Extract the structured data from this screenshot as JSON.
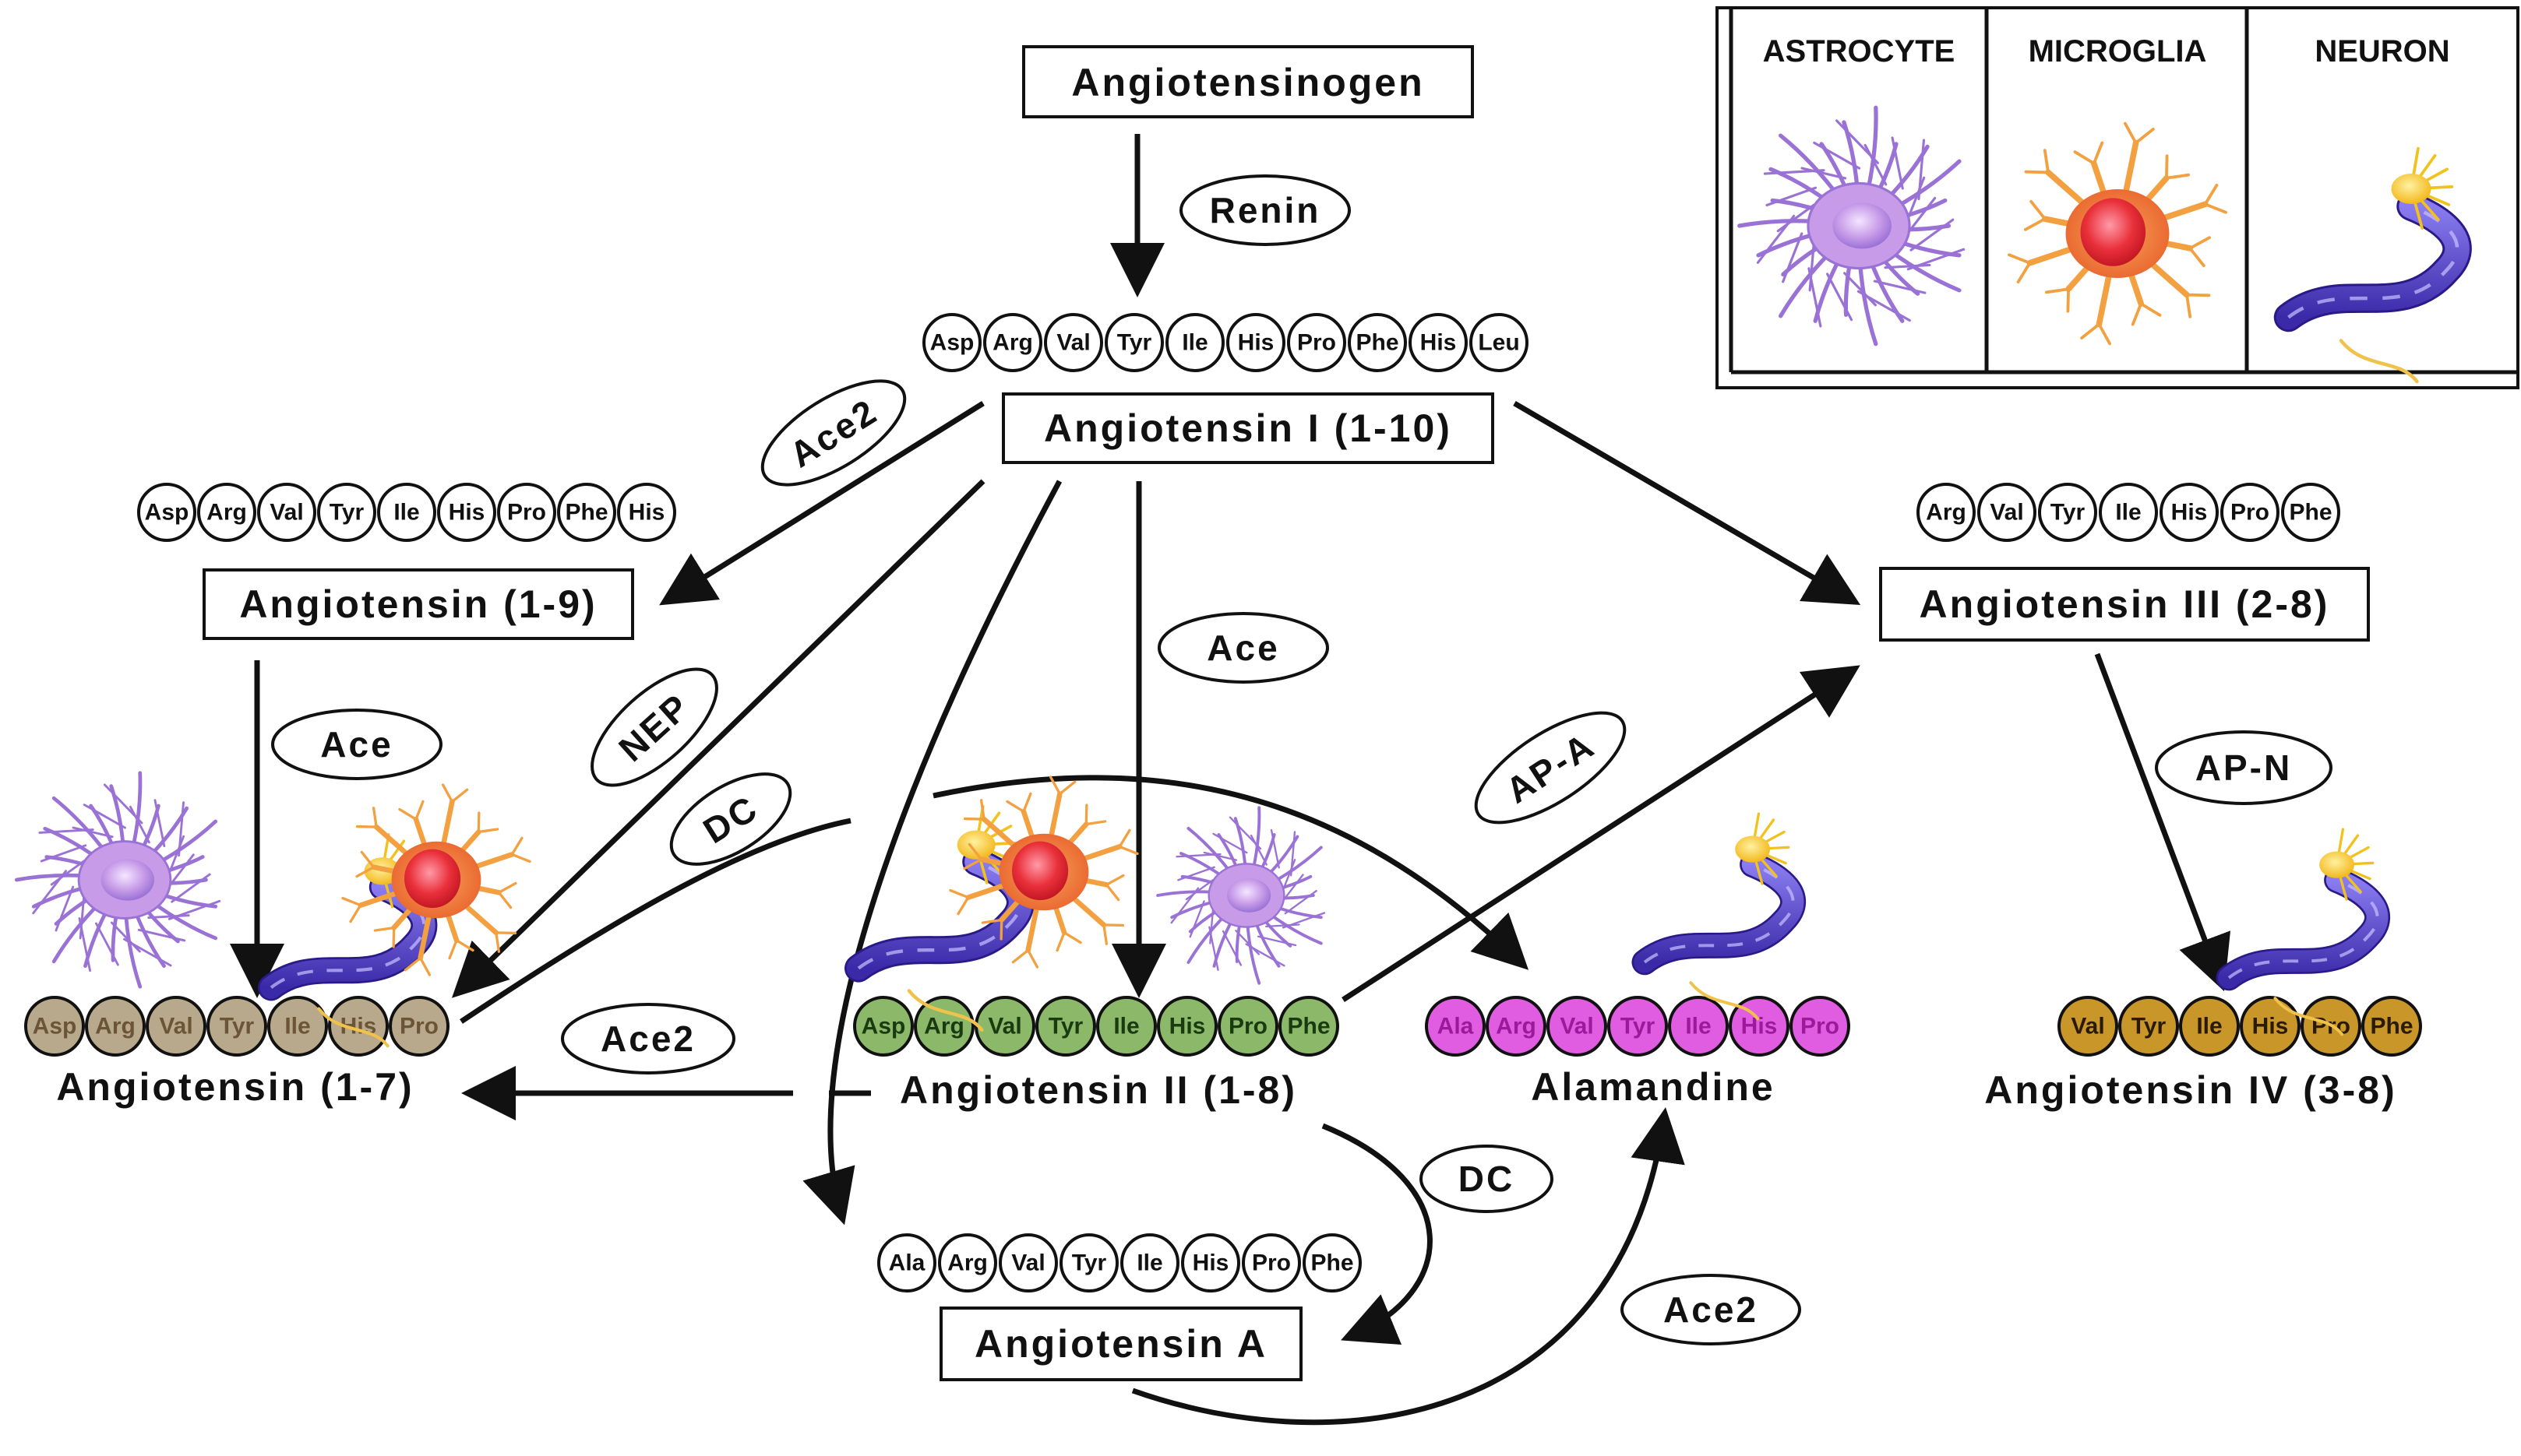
{
  "nodes": {
    "angiotensinogen": "Angiotensinogen",
    "ang1": "Angiotensin I (1-10)",
    "ang19": "Angiotensin (1-9)",
    "ang3": "Angiotensin III (2-8)",
    "ang17": "Angiotensin (1-7)",
    "ang2": "Angiotensin II (1-8)",
    "alamandine": "Alamandine",
    "ang4": "Angiotensin IV (3-8)",
    "angA": "Angiotensin A"
  },
  "enzymes": {
    "renin": "Renin",
    "ace2_a": "Ace2",
    "ace_a": "Ace",
    "nep": "NEP",
    "dc_a": "DC",
    "ace_b": "Ace",
    "apa": "AP-A",
    "apn": "AP-N",
    "ace2_b": "Ace2",
    "dc_b": "DC",
    "ace2_c": "Ace2"
  },
  "chains": {
    "ang1": [
      "Asp",
      "Arg",
      "Val",
      "Tyr",
      "Ile",
      "His",
      "Pro",
      "Phe",
      "His",
      "Leu"
    ],
    "ang19": [
      "Asp",
      "Arg",
      "Val",
      "Tyr",
      "Ile",
      "His",
      "Pro",
      "Phe",
      "His"
    ],
    "ang3": [
      "Arg",
      "Val",
      "Tyr",
      "Ile",
      "His",
      "Pro",
      "Phe"
    ],
    "ang17": [
      "Asp",
      "Arg",
      "Val",
      "Tyr",
      "Ile",
      "His",
      "Pro"
    ],
    "ang2": [
      "Asp",
      "Arg",
      "Val",
      "Tyr",
      "Ile",
      "His",
      "Pro",
      "Phe"
    ],
    "alamandine": [
      "Ala",
      "Arg",
      "Val",
      "Tyr",
      "Ile",
      "His",
      "Pro"
    ],
    "ang4": [
      "Val",
      "Tyr",
      "Ile",
      "His",
      "Pro",
      "Phe"
    ],
    "angA": [
      "Ala",
      "Arg",
      "Val",
      "Tyr",
      "Ile",
      "His",
      "Pro",
      "Phe"
    ]
  },
  "legend": {
    "astrocyte": "ASTROCYTE",
    "microglia": "MICROGLIA",
    "neuron": "NEURON"
  },
  "colors": {
    "line": "#111111",
    "bead_plain": "#ffffff",
    "bead_ang17": "#b8a98c",
    "bead_ang17_text": "#6b5536",
    "bead_ang2": "#8cb86a",
    "bead_alamandine": "#e05ce0",
    "bead_alamandine_text": "#9a1a9a",
    "bead_ang4": "#c9962a",
    "astrocyte": "#c79be8",
    "astrocyte_process": "#9a72d6",
    "microglia": "#f0702e",
    "microglia_process": "#f2a040",
    "neuron_axon": "#5a46d8",
    "neuron_soma": "#f2c21c"
  },
  "icons": {
    "astrocyte": "astrocyte-icon",
    "microglia": "microglia-icon",
    "neuron": "neuron-icon"
  }
}
